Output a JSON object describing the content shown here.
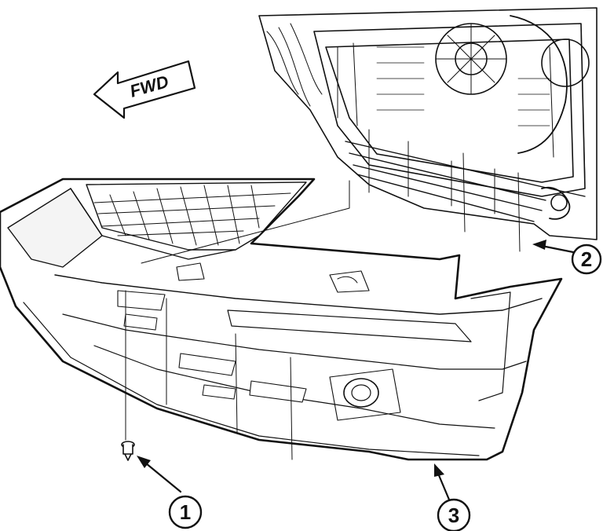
{
  "direction_label": "FWD",
  "callouts": [
    {
      "label": "1"
    },
    {
      "label": "2"
    },
    {
      "label": "3"
    }
  ],
  "colors": {
    "ink": "#111111",
    "paper": "#ffffff",
    "shade": "#f4f4f4"
  }
}
